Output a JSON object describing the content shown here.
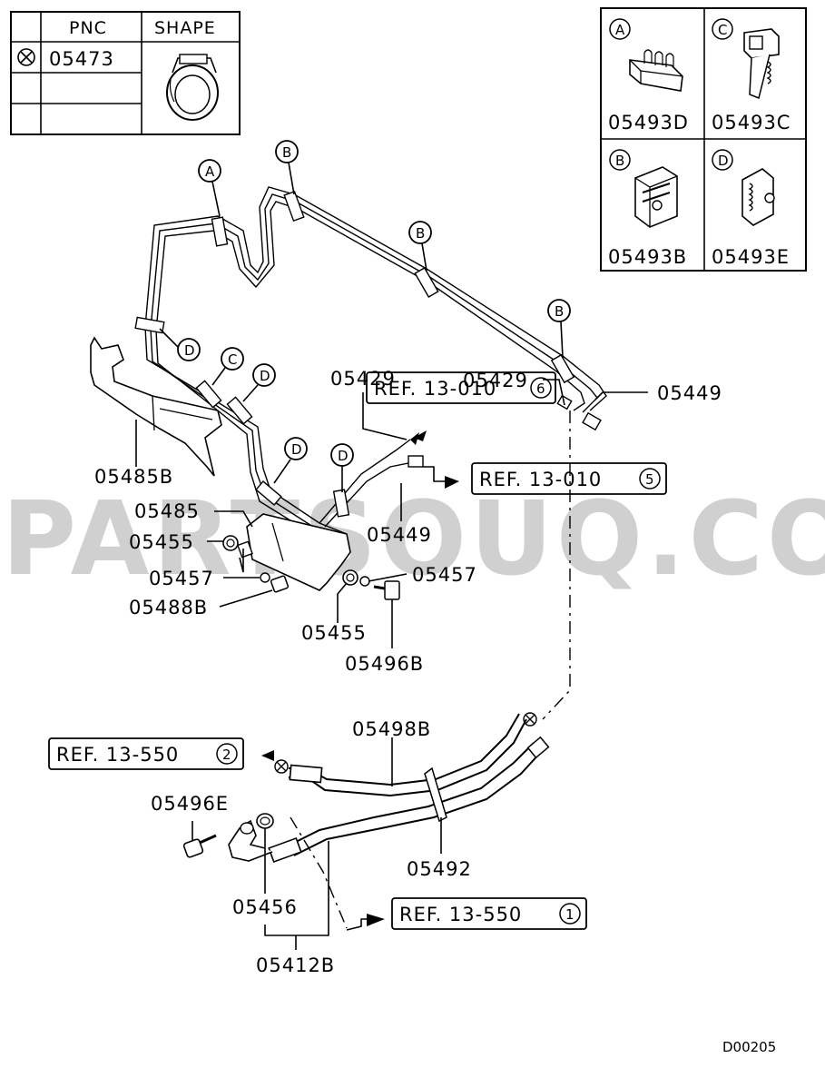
{
  "watermark": "PARTSOUQ.COM",
  "diagram_code": "D00205",
  "legend_table": {
    "header_pnc": "PNC",
    "header_shape": "SHAPE",
    "row1_pnc": "05473"
  },
  "clip_grid": [
    {
      "letter": "A",
      "pnc": "05493D"
    },
    {
      "letter": "C",
      "pnc": "05493C"
    },
    {
      "letter": "B",
      "pnc": "05493B"
    },
    {
      "letter": "D",
      "pnc": "05493E"
    }
  ],
  "refs": {
    "ref1": {
      "text": "REF. 13-010",
      "num": "6"
    },
    "ref2": {
      "text": "REF. 13-010",
      "num": "5"
    },
    "ref3": {
      "text": "REF. 13-550",
      "num": "2"
    },
    "ref4": {
      "text": "REF. 13-550",
      "num": "1"
    }
  },
  "callouts": {
    "a": "A",
    "b": "B",
    "c": "C",
    "d": "D"
  },
  "labels": {
    "p05429a": "05429",
    "p05429b": "05429",
    "p05449a": "05449",
    "p05449b": "05449",
    "p05485b": "05485B",
    "p05485": "05485",
    "p05455a": "05455",
    "p05455b": "05455",
    "p05457a": "05457",
    "p05457b": "05457",
    "p05488b": "05488B",
    "p05496b": "05496B",
    "p05498b": "05498B",
    "p05496e": "05496E",
    "p05492": "05492",
    "p05456": "05456",
    "p05412b": "05412B"
  }
}
